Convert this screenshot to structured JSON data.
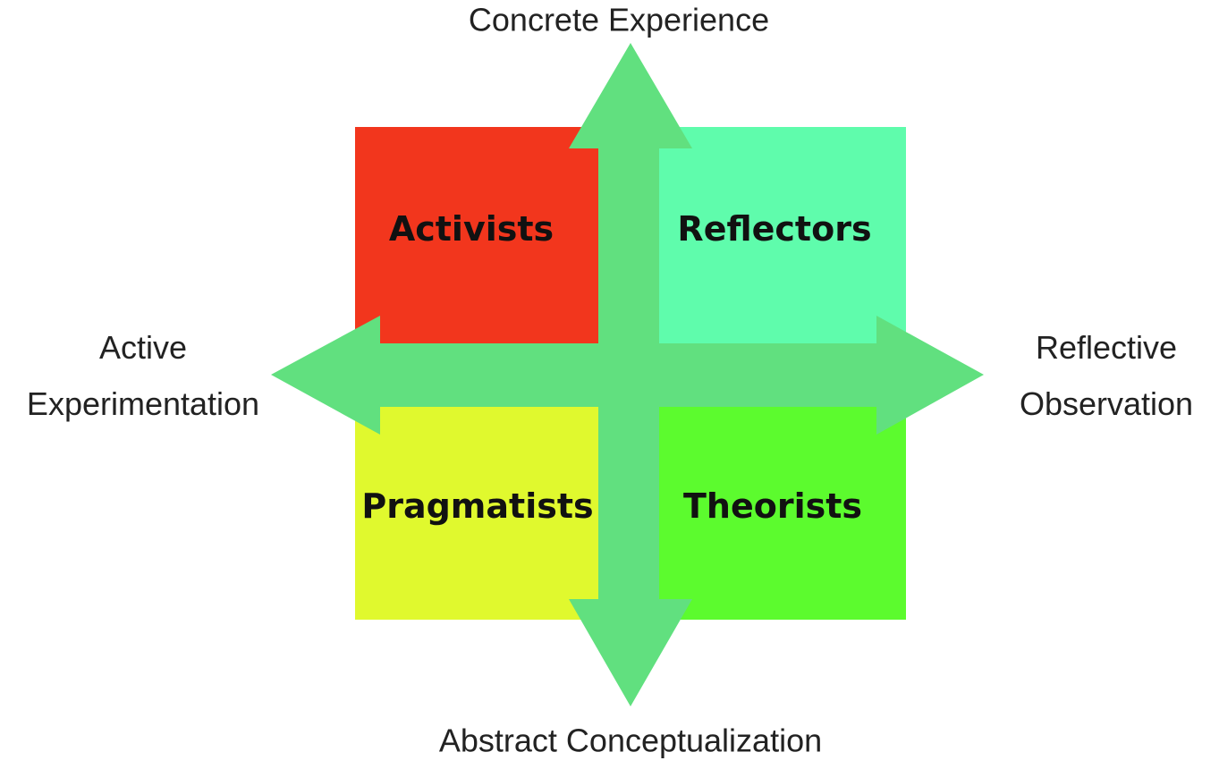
{
  "quadrants": {
    "top_left": {
      "label": "Activists",
      "color": "#f2361d"
    },
    "top_right": {
      "label": "Reflectors",
      "color": "#5ffcac"
    },
    "bottom_left": {
      "label": "Pragmatists",
      "color": "#e0f92e"
    },
    "bottom_right": {
      "label": "Theorists",
      "color": "#5cfb2e"
    }
  },
  "axes": {
    "top": "Concrete Experience",
    "bottom": "Abstract Conceptualization",
    "left": [
      "Active",
      "Experimentation"
    ],
    "right": [
      "Reflective",
      "Observation"
    ],
    "arrow_color": "#61e07f"
  }
}
